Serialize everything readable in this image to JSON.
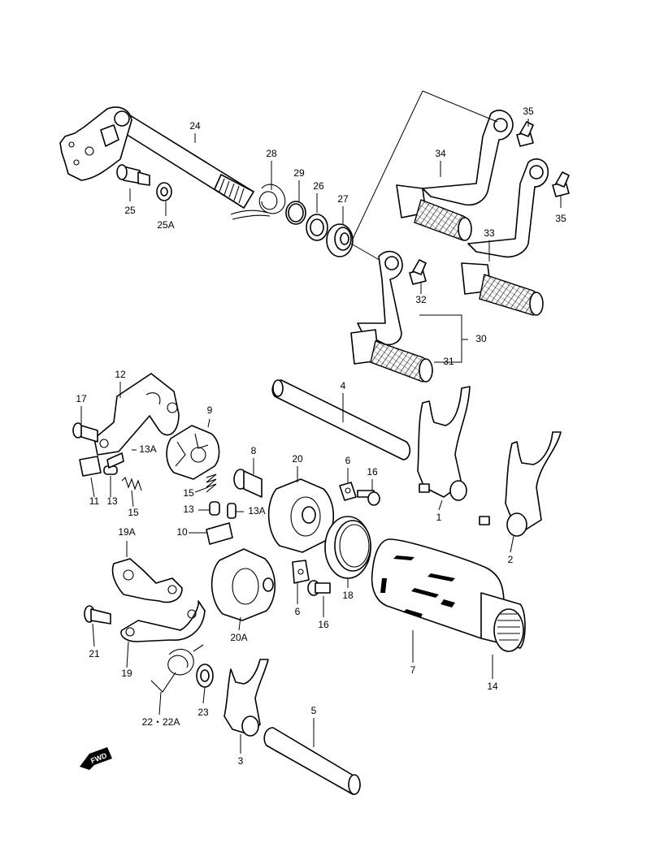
{
  "fwd_label": "FWD",
  "labels": {
    "p24": "24",
    "p25": "25",
    "p25a": "25A",
    "p28": "28",
    "p29": "29",
    "p26": "26",
    "p27": "27",
    "p34": "34",
    "p35a": "35",
    "p35b": "35",
    "p33": "33",
    "p32": "32",
    "p30": "30",
    "p31": "31",
    "p12": "12",
    "p17": "17",
    "p13a_a": "13A",
    "p11": "11",
    "p13_a": "13",
    "p15_a": "15",
    "p9": "9",
    "p8": "8",
    "p15_b": "15",
    "p13_b": "13",
    "p13a_b": "13A",
    "p10": "10",
    "p4": "4",
    "p20": "20",
    "p6_a": "6",
    "p16_a": "16",
    "p1": "1",
    "p2": "2",
    "p19a": "19A",
    "p21": "21",
    "p19": "19",
    "p20a": "20A",
    "p6_b": "6",
    "p16_b": "16",
    "p18": "18",
    "p7": "7",
    "p14": "14",
    "p23": "23",
    "p22": "22・22A",
    "p3": "3",
    "p5": "5"
  }
}
